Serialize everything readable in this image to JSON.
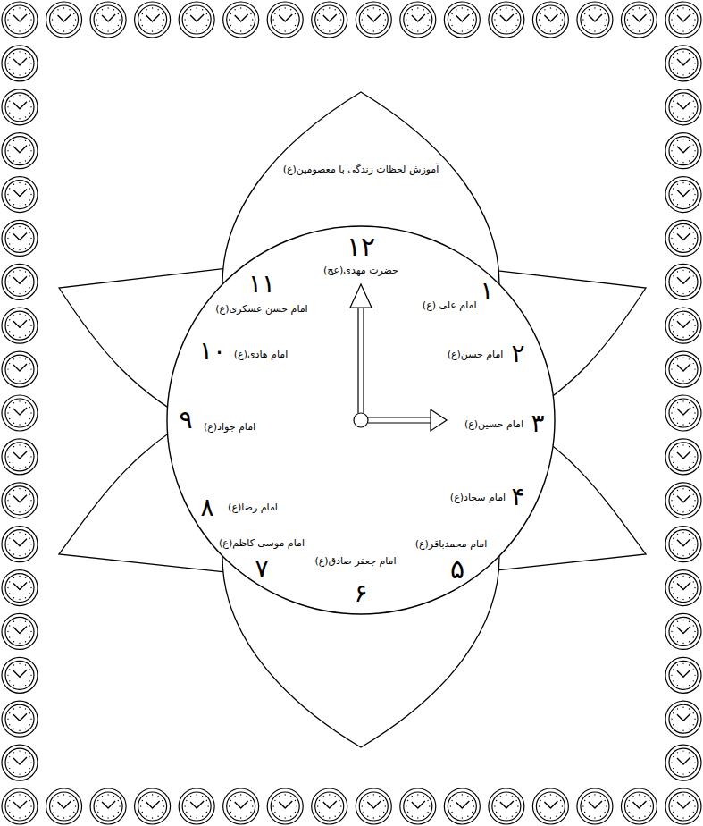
{
  "diagram": {
    "nodes": [
      {
        "text": [
          "آموزش لحظات زندگی با معصومین(ع)"
        ]
      },
      {
        "text": [
          "۱۲",
          "حضرت مهدی(عج)",
          "۱",
          "امام علی (ع)",
          "۲",
          "امام حسن(ع)",
          "۳",
          "امام حسین(ع)",
          "۴",
          "امام سجاد(ع)",
          "۵",
          "امام محمدباقر(ع)",
          "۶",
          "امام جعفر صادق(ع)",
          "۷",
          "امام موسی کاظم(ع)",
          "۸",
          "امام رضا(ع)",
          "۹",
          "امام جواد(ع)",
          "۱۰",
          "امام هادی(ع)",
          "۱۱",
          "امام حسن عسکری(ع)"
        ]
      }
    ]
  }
}
